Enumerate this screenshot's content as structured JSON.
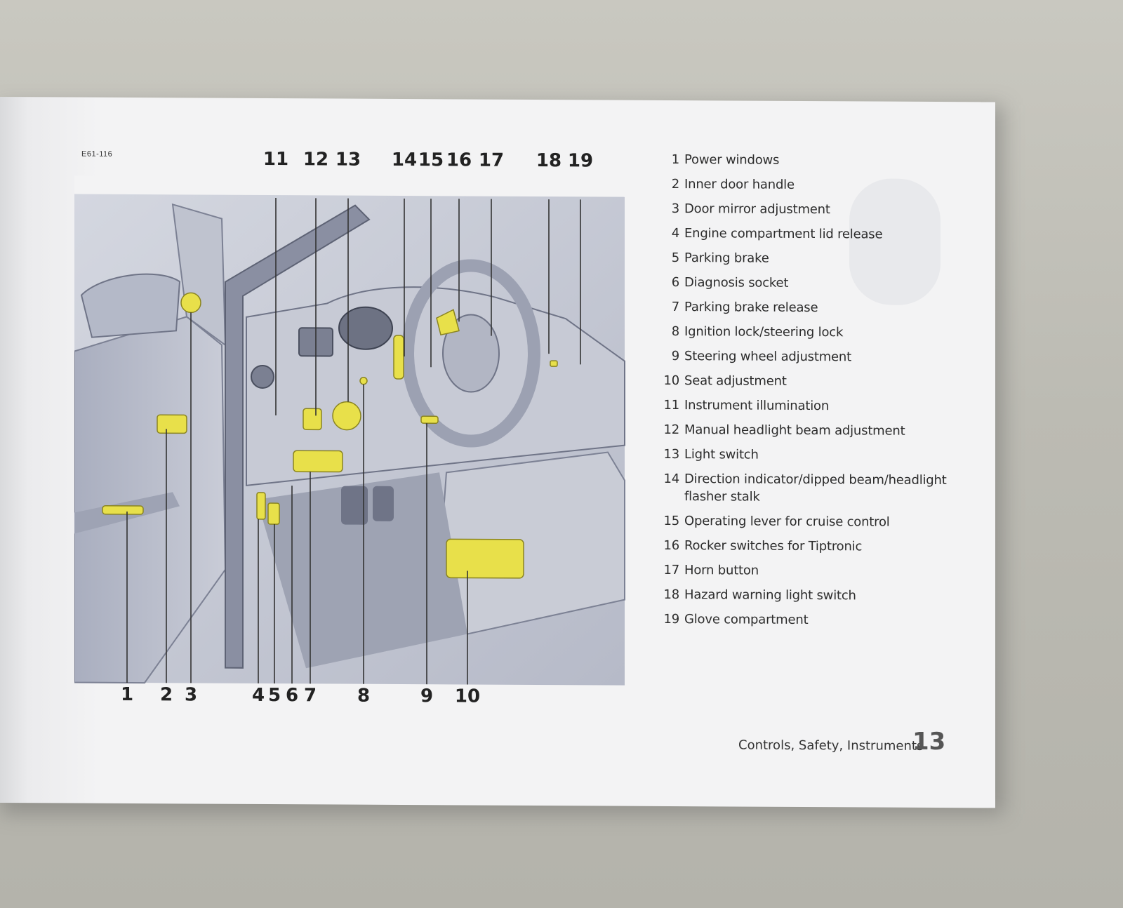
{
  "figure": {
    "code": "E61-116",
    "top_callouts": [
      "11",
      "12",
      "13",
      "14",
      "15",
      "16",
      "17",
      "18",
      "19"
    ],
    "bottom_callouts": [
      "1",
      "2",
      "3",
      "4",
      "5",
      "6",
      "7",
      "8",
      "9",
      "10"
    ]
  },
  "legend": [
    {
      "num": "1",
      "text": "Power windows"
    },
    {
      "num": "2",
      "text": "Inner door handle"
    },
    {
      "num": "3",
      "text": "Door mirror adjustment"
    },
    {
      "num": "4",
      "text": "Engine compartment lid release"
    },
    {
      "num": "5",
      "text": "Parking brake"
    },
    {
      "num": "6",
      "text": "Diagnosis socket"
    },
    {
      "num": "7",
      "text": "Parking brake release"
    },
    {
      "num": "8",
      "text": "Ignition lock/steering lock"
    },
    {
      "num": "9",
      "text": "Steering wheel adjustment"
    },
    {
      "num": "10",
      "text": "Seat adjustment"
    },
    {
      "num": "11",
      "text": "Instrument illumination"
    },
    {
      "num": "12",
      "text": "Manual headlight beam adjustment"
    },
    {
      "num": "13",
      "text": "Light switch"
    },
    {
      "num": "14",
      "text": "Direction indicator/dipped beam/headlight flasher stalk"
    },
    {
      "num": "15",
      "text": "Operating lever for cruise control"
    },
    {
      "num": "16",
      "text": "Rocker switches for Tiptronic"
    },
    {
      "num": "17",
      "text": "Horn button"
    },
    {
      "num": "18",
      "text": "Hazard warning light switch"
    },
    {
      "num": "19",
      "text": "Glove compartment"
    }
  ],
  "footer": {
    "section": "Controls, Safety, Instruments",
    "page_number": "13"
  },
  "colors": {
    "highlight": "#e8e04a",
    "illustration_bg": "#c8ccd8",
    "paper": "#f3f3f4"
  }
}
